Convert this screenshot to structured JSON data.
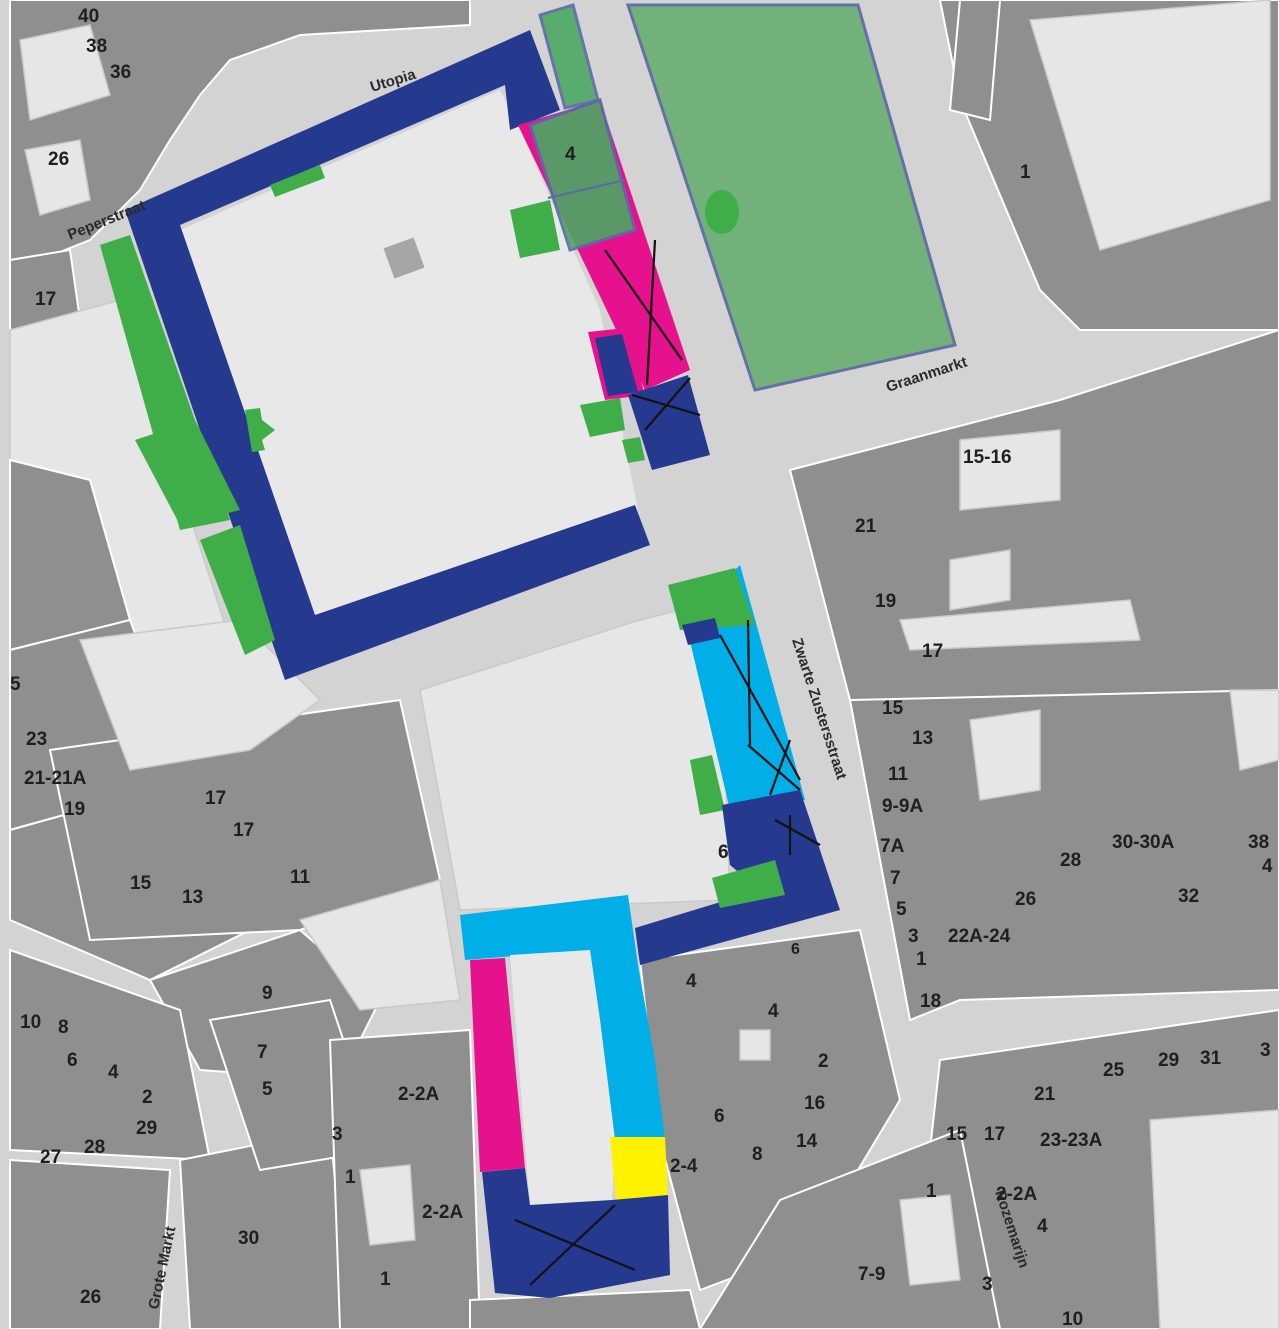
{
  "map": {
    "street_names": {
      "utopia": "Utopia",
      "peperstraat": "Peperstraat",
      "graanmarkt": "Graanmarkt",
      "zwarte_zustersstraat": "Zwarte Zustersstraat",
      "grote_markt": "Grote Markt",
      "rozemarijn": "Rozemarijn"
    },
    "house_numbers": [
      "40",
      "38",
      "36",
      "26",
      "17",
      "4",
      "1",
      "15-16",
      "21",
      "19",
      "17",
      "15",
      "13",
      "11",
      "9-9A",
      "7A",
      "7",
      "5",
      "3",
      "1",
      "22A-24",
      "26",
      "28",
      "30-30A",
      "32",
      "38",
      "4",
      "18",
      "6",
      "6",
      "4",
      "4",
      "2",
      "16",
      "14",
      "8",
      "6",
      "2-4",
      "2-2A",
      "2-2A",
      "1",
      "1",
      "3",
      "5",
      "23",
      "21-21A",
      "19",
      "17",
      "17",
      "15",
      "13",
      "11",
      "9",
      "7",
      "5",
      "10",
      "8",
      "6",
      "4",
      "2",
      "29",
      "27",
      "28",
      "26",
      "30",
      "25",
      "29",
      "31",
      "3",
      "21",
      "15",
      "17",
      "23-23A",
      "1",
      "2-2A",
      "4",
      "7-9",
      "3",
      "10"
    ]
  }
}
